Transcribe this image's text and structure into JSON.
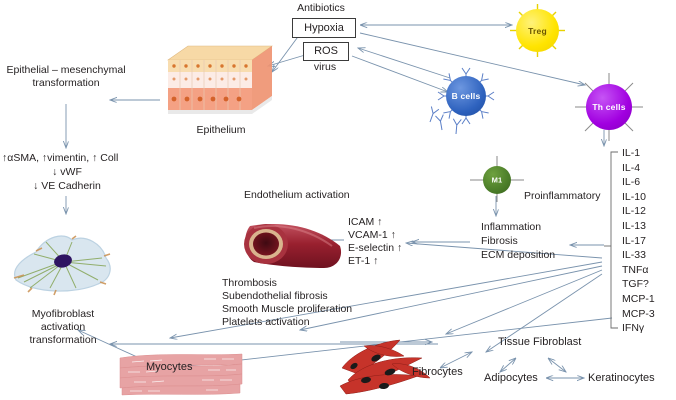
{
  "diagram": {
    "title_hidden": "Pathogenic pathways of fibrosis and immune activation",
    "stimuli": {
      "antibiotics": "Antibiotics",
      "hypoxia": "Hypoxia",
      "ros": "ROS",
      "virus": "virus"
    },
    "emt": {
      "heading_line1": "Epithelial – mesenchymal",
      "heading_line2": "transformation",
      "markers": [
        "↑αSMA, ↑vimentin, ↑ Coll",
        "↓ vWF",
        "↓ VE Cadherin"
      ]
    },
    "epithelium": {
      "label": "Epithelium"
    },
    "myofibroblast": {
      "line1": "Myofibroblast",
      "line2": "activation",
      "line3": "transformation"
    },
    "immune_cells": [
      {
        "name": "Treg",
        "color": "#FFE400",
        "text_color": "#5a4a00",
        "shape": "spoked-circle"
      },
      {
        "name": "B cells",
        "color": "#2E62BE",
        "text_color": "#ffffff",
        "shape": "antibody-circle"
      },
      {
        "name": "Th cells",
        "color": "#A100E0",
        "text_color": "#ffffff",
        "shape": "spoked-circle"
      },
      {
        "name": "M1",
        "color": "#4A7C28",
        "text_color": "#ffffff",
        "shape": "spoked-circle"
      }
    ],
    "macrophage": {
      "label": "M1",
      "polarization": "Proinflammatory",
      "effects": [
        "Inflammation",
        "Fibrosis",
        "ECM deposition"
      ]
    },
    "endothelium": {
      "heading": "Endothelium activation",
      "markers": [
        "ICAM ↑",
        "VCAM-1 ↑",
        "E-selectin ↑",
        "ET-1 ↑"
      ],
      "outcomes": [
        "Thrombosis",
        "Subendothelial fibrosis",
        "Smooth Muscle proliferation",
        "Platelets activation"
      ]
    },
    "cytokines": [
      "IL-1",
      "IL-4",
      "IL-6",
      "IL-10",
      "IL-12",
      "IL-13",
      "IL-17",
      "IL-33",
      "TNFα",
      "TGF?",
      "MCP-1",
      "MCP-3",
      "IFNγ"
    ],
    "target_cells": {
      "myocytes": "Myocytes",
      "fibrocytes": "Fibrocytes",
      "tissue_fibroblast": "Tissue Fibroblast",
      "adipocytes": "Adipocytes",
      "keratinocytes": "Keratinocytes"
    },
    "palette": {
      "arrow": "#7a93ad",
      "arrow_gray": "#9a9a9a",
      "box_border": "#3b3b3b",
      "text": "#231f20",
      "vessel_outer": "#9e2233",
      "vessel_mid": "#c4485a",
      "vessel_lumen": "#5a1018",
      "epithelium_top": "#f6d9a8",
      "epithelium_mid": "#fbe4dd",
      "epithelium_base": "#f2a183",
      "myocyte": "#e8a6a6",
      "fibrocyte": "#c5322a"
    }
  }
}
